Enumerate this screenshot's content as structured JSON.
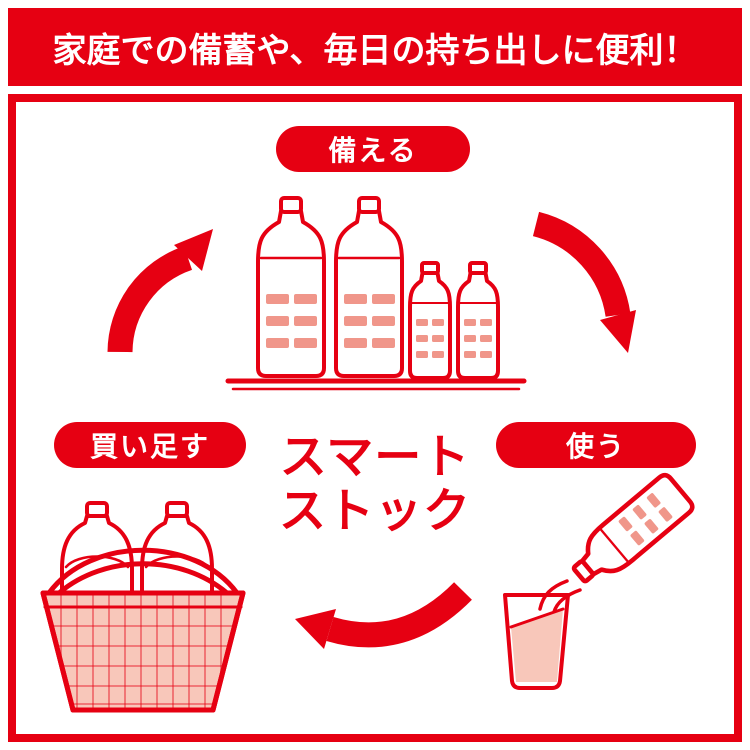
{
  "colors": {
    "red": "#E60012",
    "pink": "#F8C7BA",
    "pink_dark": "#F0968A"
  },
  "header": {
    "title": "家庭での備蓄や、毎日の持ち出しに便利！"
  },
  "center": {
    "line1": "スマート",
    "line2": "ストック"
  },
  "steps": {
    "prepare": {
      "label": "備える"
    },
    "use": {
      "label": "使う"
    },
    "restock": {
      "label": "買い足す"
    }
  },
  "icons": {
    "prepare": "stock-bottles-shelf-icon",
    "use": "pouring-bottle-into-cup-icon",
    "restock": "basket-with-bottles-icon",
    "arrows": "cycle-arrow-icon"
  }
}
